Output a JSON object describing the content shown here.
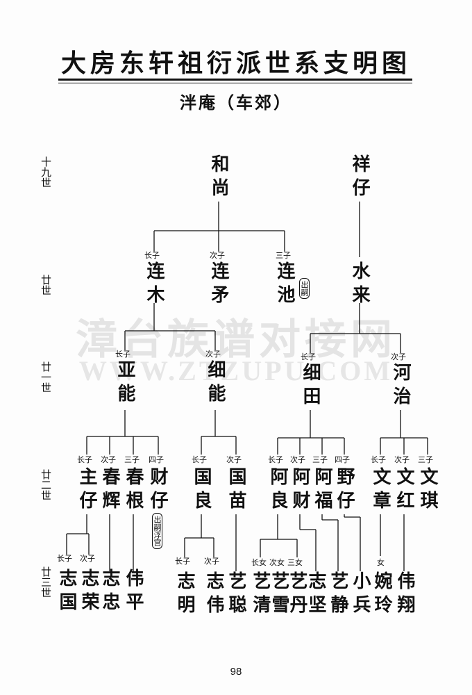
{
  "title": "大房东轩祖衍派世系支明图",
  "subtitle": "泮庵（车郊）",
  "watermark": "漳台族谱对接网",
  "watermark_url": "WWW.ZTZUPU.COM",
  "page_number": "98",
  "generations": [
    "十九世",
    "廿世",
    "廿一世",
    "廿二世",
    "廿三世"
  ],
  "persons": {
    "heshang": "和尚",
    "xiangzai": "祥仔",
    "lianmu": "连木",
    "lianmao": "连矛",
    "lianchi": "连池",
    "shuilai": "水来",
    "yaneng": "亚能",
    "xineng": "细能",
    "xitian": "细田",
    "heye": "河治",
    "zhuzai": "主仔",
    "chunhui": "春辉",
    "chungen": "春根",
    "caizai": "财仔",
    "guoliang": "国良",
    "guomiao": "国苗",
    "aliang": "阿良",
    "acai": "阿财",
    "afu": "阿福",
    "yezai": "野仔",
    "wenzhang": "文章",
    "wenhong": "文红",
    "wenqi": "文琪",
    "zhiguo": "志国",
    "zhirong": "志荣",
    "zhizhong": "志忠",
    "weiping": "伟平",
    "zhiming": "志明",
    "zhiwei": "志伟",
    "yicong": "艺聪",
    "yiqing": "艺清",
    "yixue": "艺雪",
    "yidan": "艺丹",
    "zhijian": "志坚",
    "yijing": "艺静",
    "xiaobing": "小兵",
    "wanling": "婉玲",
    "weixiang": "伟翔"
  },
  "ranks": {
    "first_son": "长子",
    "second_son": "次子",
    "third_son": "三子",
    "fourth_son": "四子",
    "first_daughter": "长女",
    "second_daughter": "次女",
    "third_daughter": "三女",
    "daughter": "女"
  },
  "notes": {
    "chusi": "出嗣",
    "chusi_fugong": "出嗣浮宫"
  }
}
